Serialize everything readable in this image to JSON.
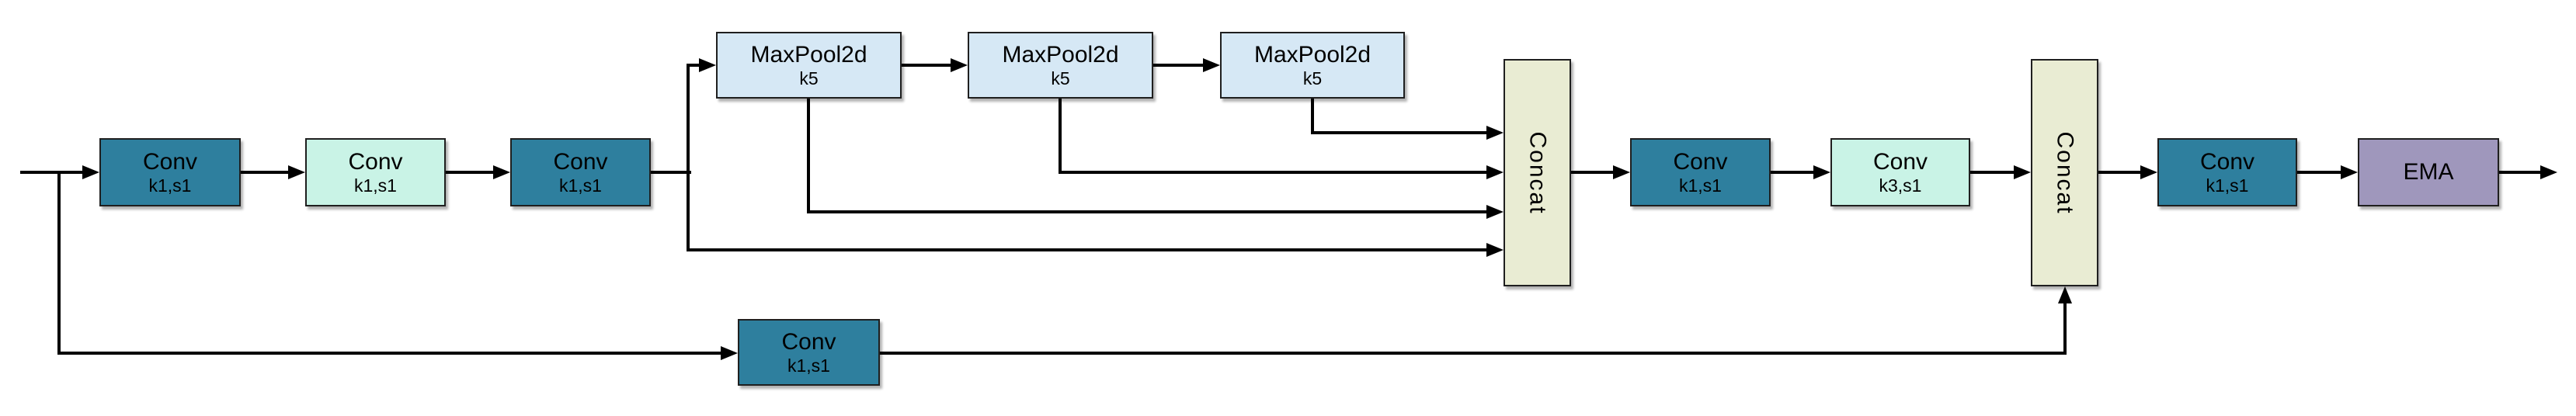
{
  "nodes": {
    "conv1": {
      "label": "Conv",
      "sublabel": "k1,s1"
    },
    "conv2": {
      "label": "Conv",
      "sublabel": "k1,s1"
    },
    "conv3": {
      "label": "Conv",
      "sublabel": "k1,s1"
    },
    "maxpool1": {
      "label": "MaxPool2d",
      "sublabel": "k5"
    },
    "maxpool2": {
      "label": "MaxPool2d",
      "sublabel": "k5"
    },
    "maxpool3": {
      "label": "MaxPool2d",
      "sublabel": "k5"
    },
    "concat1": {
      "label": "Concat"
    },
    "conv4": {
      "label": "Conv",
      "sublabel": "k1,s1"
    },
    "conv5": {
      "label": "Conv",
      "sublabel": "k3,s1"
    },
    "concat2": {
      "label": "Concat"
    },
    "conv6": {
      "label": "Conv",
      "sublabel": "k1,s1"
    },
    "ema": {
      "label": "EMA"
    },
    "conv_bypass": {
      "label": "Conv",
      "sublabel": "k1,s1"
    }
  },
  "colors": {
    "conv_dark": "#2E7F9E",
    "conv_light": "#C9F3E6",
    "maxpool": "#D6E8F5",
    "concat": "#E9ECD3",
    "ema": "#9F97BC",
    "line": "#000000"
  }
}
